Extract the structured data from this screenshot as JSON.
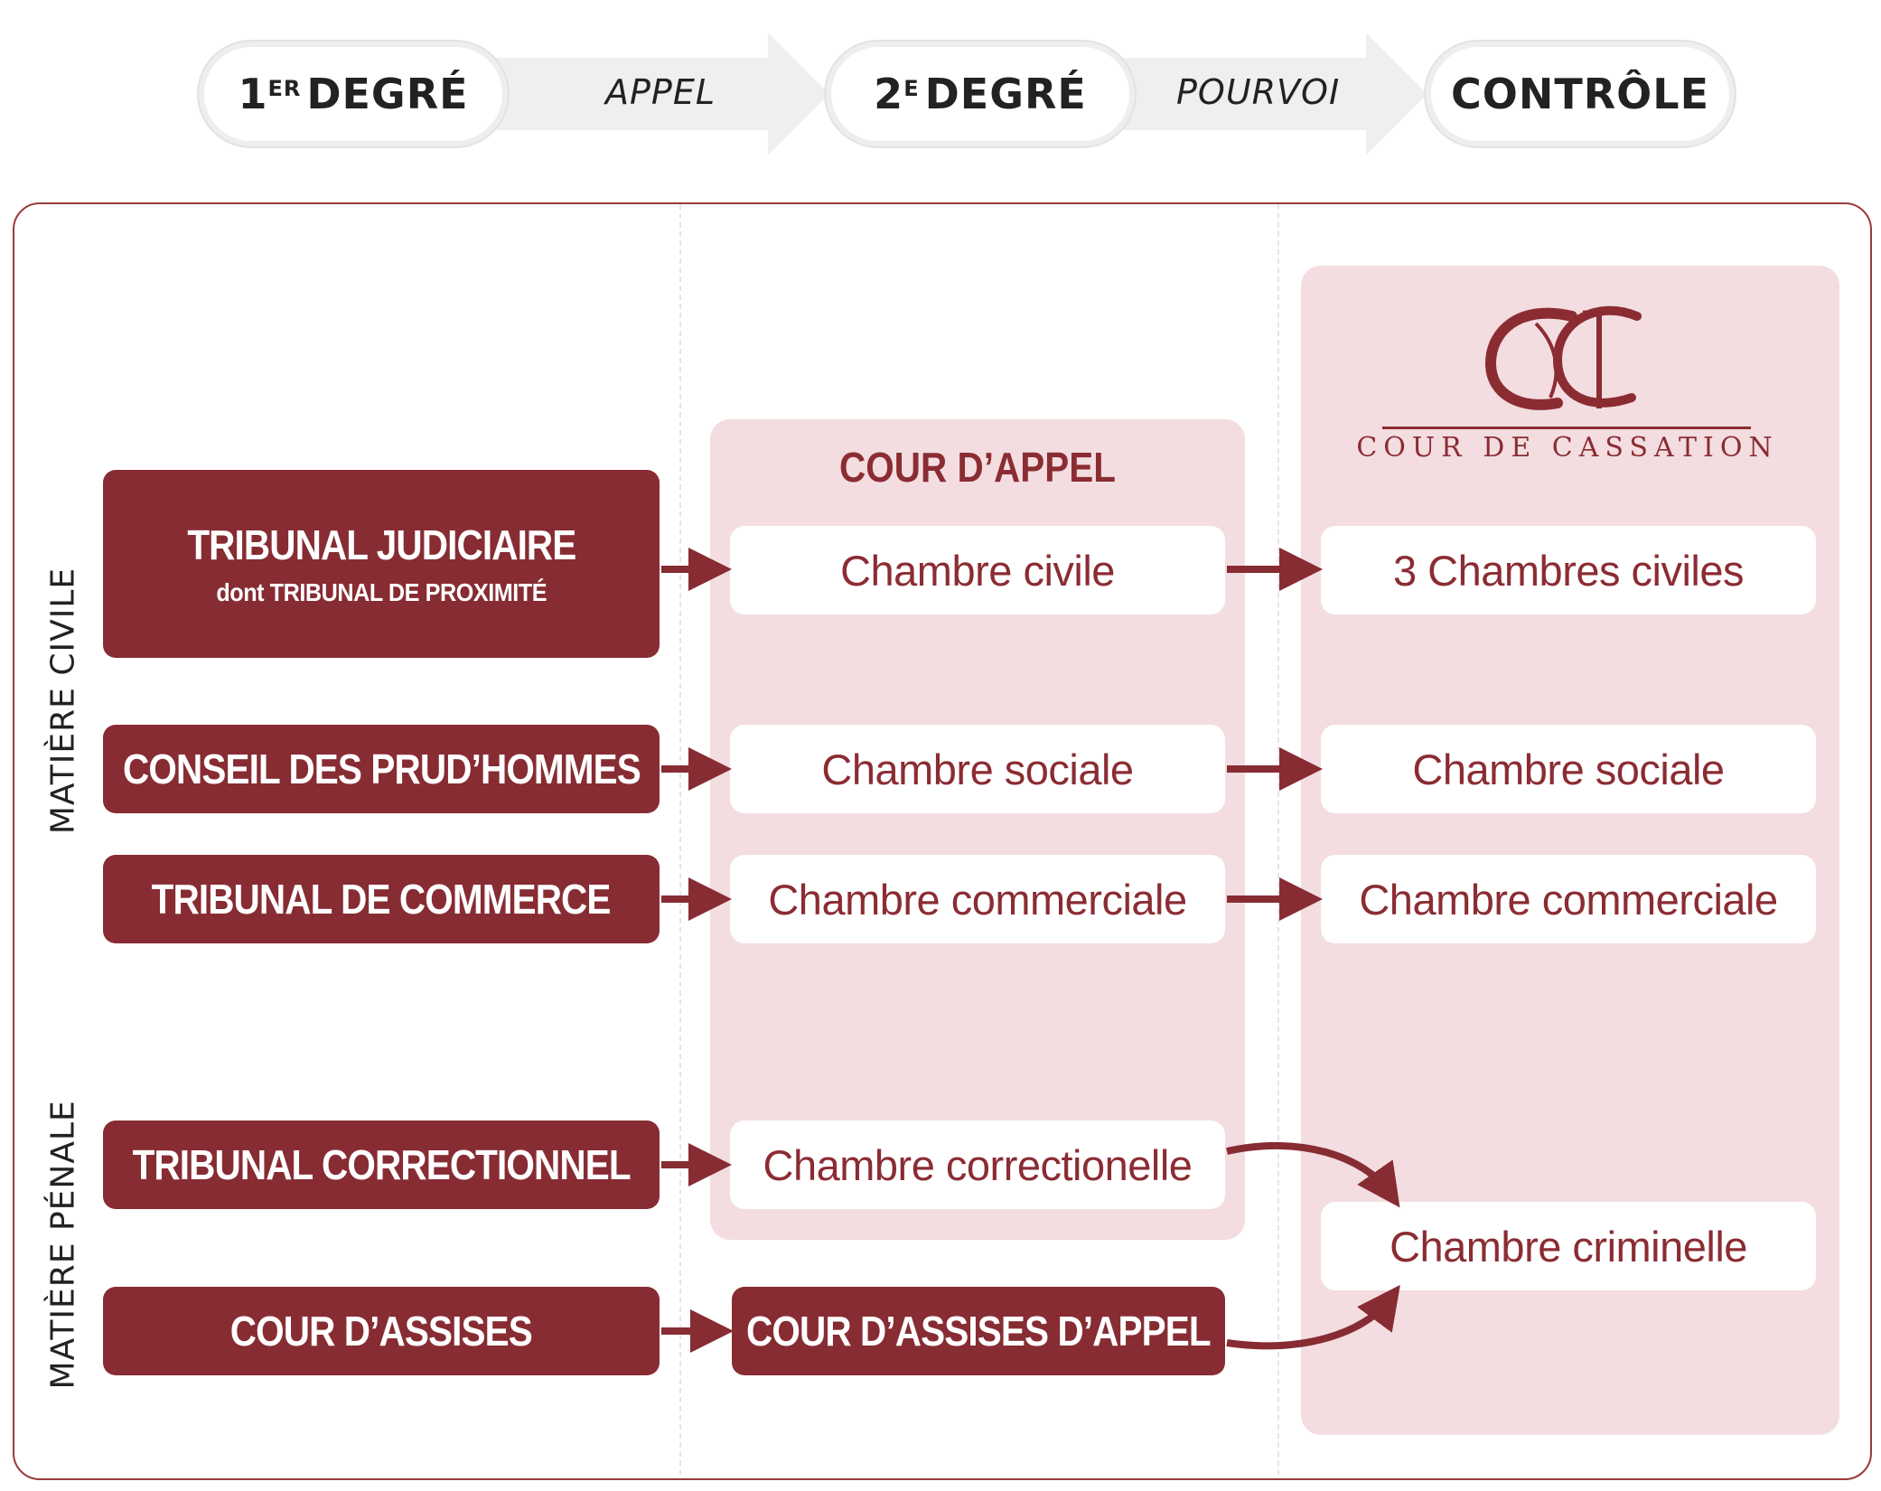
{
  "header": {
    "degree1": {
      "num": "1",
      "sup": "ER",
      "label": "DEGRÉ"
    },
    "appel": "APPEL",
    "degree2": {
      "num": "2",
      "sup": "E",
      "label": "DEGRÉ"
    },
    "pourvoi": "POURVOI",
    "controle": "CONTRÔLE"
  },
  "side_labels": {
    "civile": "MATIÈRE CIVILE",
    "penale": "MATIÈRE PÉNALE"
  },
  "first_degree": {
    "tribunal_judiciaire": "TRIBUNAL JUDICIAIRE",
    "tribunal_judiciaire_sub": "dont TRIBUNAL DE PROXIMITÉ",
    "prudhommes": "CONSEIL DES PRUD’HOMMES",
    "commerce": "TRIBUNAL DE COMMERCE",
    "correctionnel": "TRIBUNAL CORRECTIONNEL",
    "assises": "COUR D’ASSISES"
  },
  "second_degree": {
    "title": "COUR D’APPEL",
    "civile": "Chambre civile",
    "sociale": "Chambre sociale",
    "commerciale": "Chambre commerciale",
    "correctionnelle": "Chambre correctionelle",
    "assises_appel": "COUR D’ASSISES D’APPEL"
  },
  "controle": {
    "logo_text": "COUR DE CASSATION",
    "civiles": "3 Chambres civiles",
    "sociale": "Chambre sociale",
    "commerciale": "Chambre commerciale",
    "criminelle": "Chambre criminelle"
  },
  "colors": {
    "brand": "#872c33",
    "panel": "#f3dde0",
    "band": "#efefef"
  }
}
